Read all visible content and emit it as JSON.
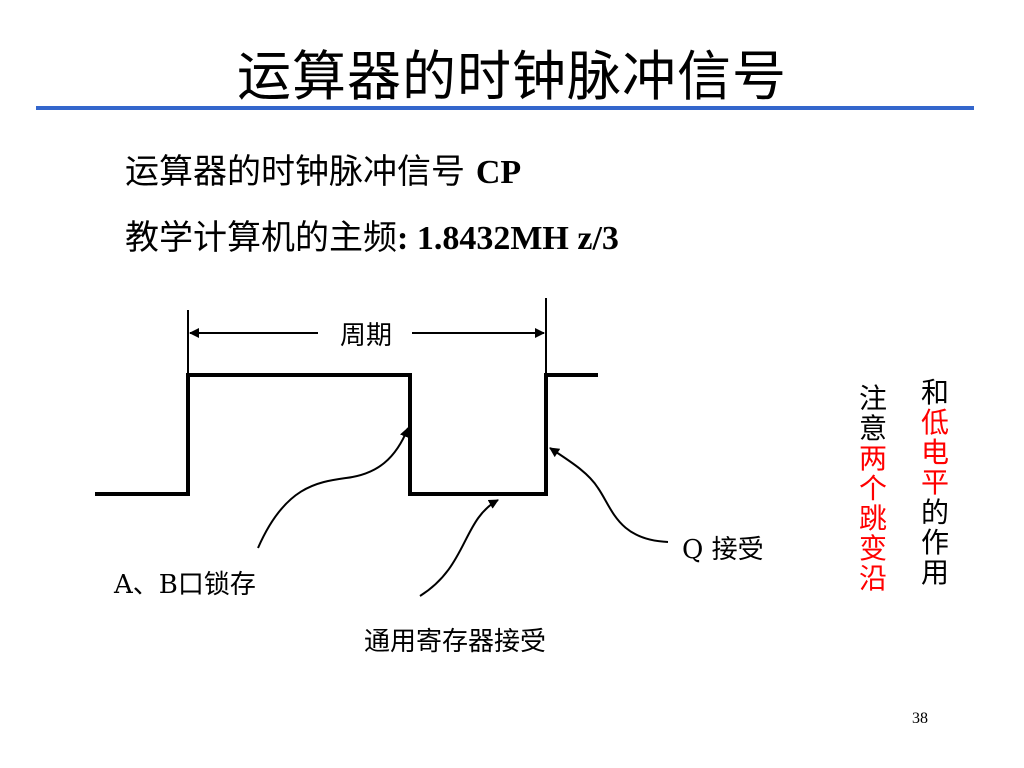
{
  "slide": {
    "title": "运算器的时钟脉冲信号",
    "line1_text": "运算器的时钟脉冲信号 ",
    "line1_latin": "CP",
    "line2_text": "教学计算机的主频",
    "line2_latin": ":  1.8432MH z/3",
    "page_number": "38"
  },
  "diagram": {
    "period_label": "周期",
    "label_ab_latch": "A、B口锁存",
    "label_q_receive": "Q 接受",
    "label_reg_receive": "通用寄存器接受"
  },
  "note": {
    "left_column": [
      "注",
      "意",
      "两",
      "个",
      "跳",
      "变",
      "沿"
    ],
    "right_column": [
      "和",
      "低",
      "电",
      "平",
      "的",
      "作",
      "用"
    ],
    "highlight_color": "#ff0000"
  },
  "colors": {
    "title_rule": "#3366cc"
  }
}
